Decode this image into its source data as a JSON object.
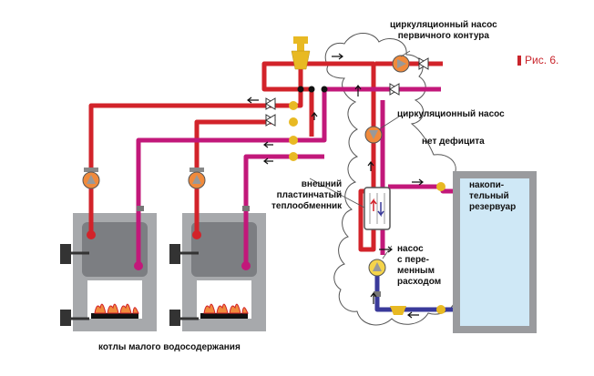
{
  "figure": {
    "label": "Рис. 6."
  },
  "labels": {
    "primary_pump": "циркуляционный насос\nпервичного контура",
    "circ_pump": "циркуляционный насос",
    "no_deficit": "нет дефицита",
    "heat_exchanger": "внешний\nпластинчатый\nтеплообменник",
    "storage_tank": "накопи-\nтельный\nрезервуар",
    "variable_pump": "насос\nс пере-\nменным\nрасходом",
    "boilers": "котлы малого водосодержания"
  },
  "colors": {
    "hot": "#d2232a",
    "return": "#c2187a",
    "cold": "#3a3a9a",
    "boiler_body": "#a7a9ac",
    "boiler_inner": "#7c7e82",
    "tank_fill": "#cfe8f6",
    "tank_frame": "#9a9b9e",
    "cloud": "#ffffff",
    "pump": "#f08a3c",
    "valve": "#e8b923",
    "accent": "#c9252c"
  }
}
